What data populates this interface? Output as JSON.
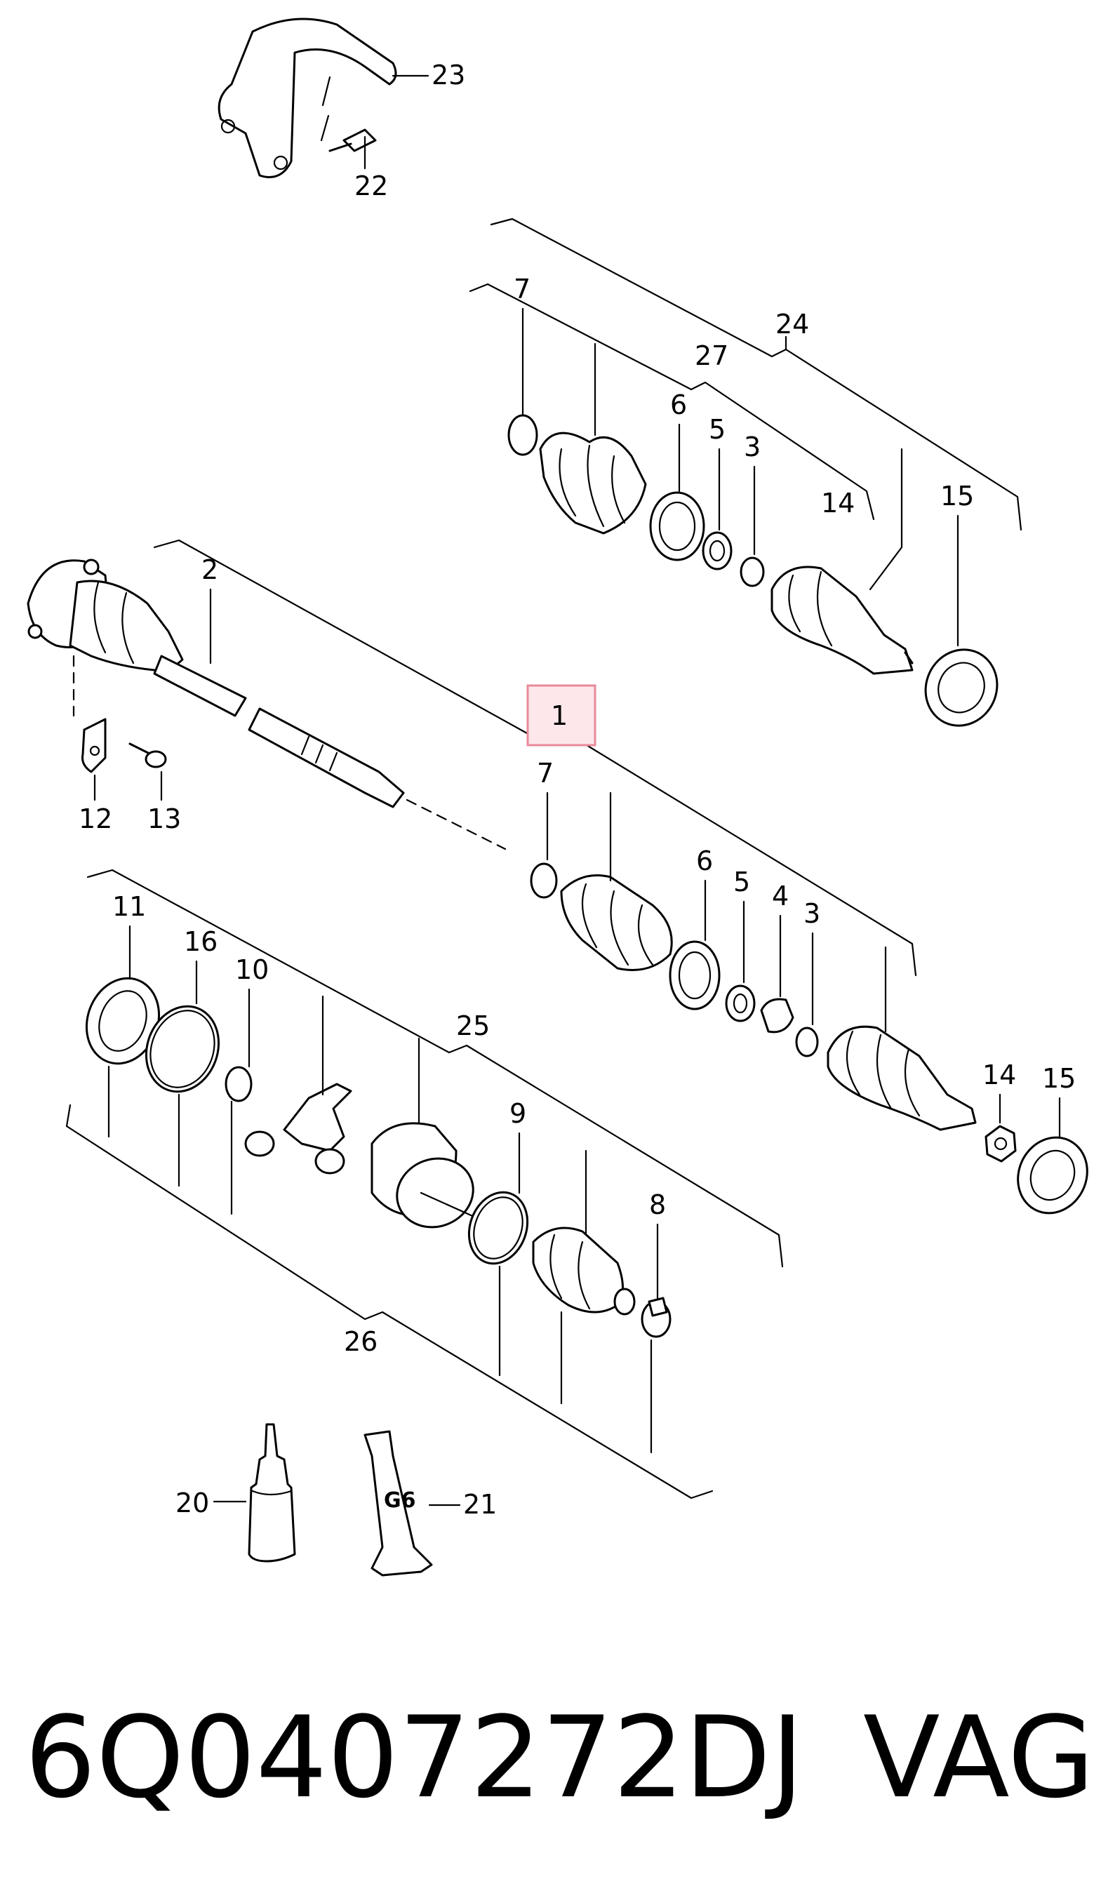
{
  "callouts": {
    "c1": "1",
    "c2": "2",
    "c3a": "3",
    "c3b": "3",
    "c4": "4",
    "c5a": "5",
    "c5b": "5",
    "c6a": "6",
    "c6b": "6",
    "c7a": "7",
    "c7b": "7",
    "c8": "8",
    "c9": "9",
    "c10": "10",
    "c11": "11",
    "c12": "12",
    "c13": "13",
    "c14a": "14",
    "c14b": "14",
    "c15a": "15",
    "c15b": "15",
    "c16": "16",
    "c20": "20",
    "c21": "21",
    "c22": "22",
    "c23": "23",
    "c24": "24",
    "c25": "25",
    "c26": "26",
    "c27": "27"
  },
  "tube_text": "G6",
  "part_number": "6Q0407272DJ",
  "brand": "VAG",
  "colors": {
    "highlight_fill": "#fde7ea",
    "highlight_stroke": "#e88a9a"
  }
}
